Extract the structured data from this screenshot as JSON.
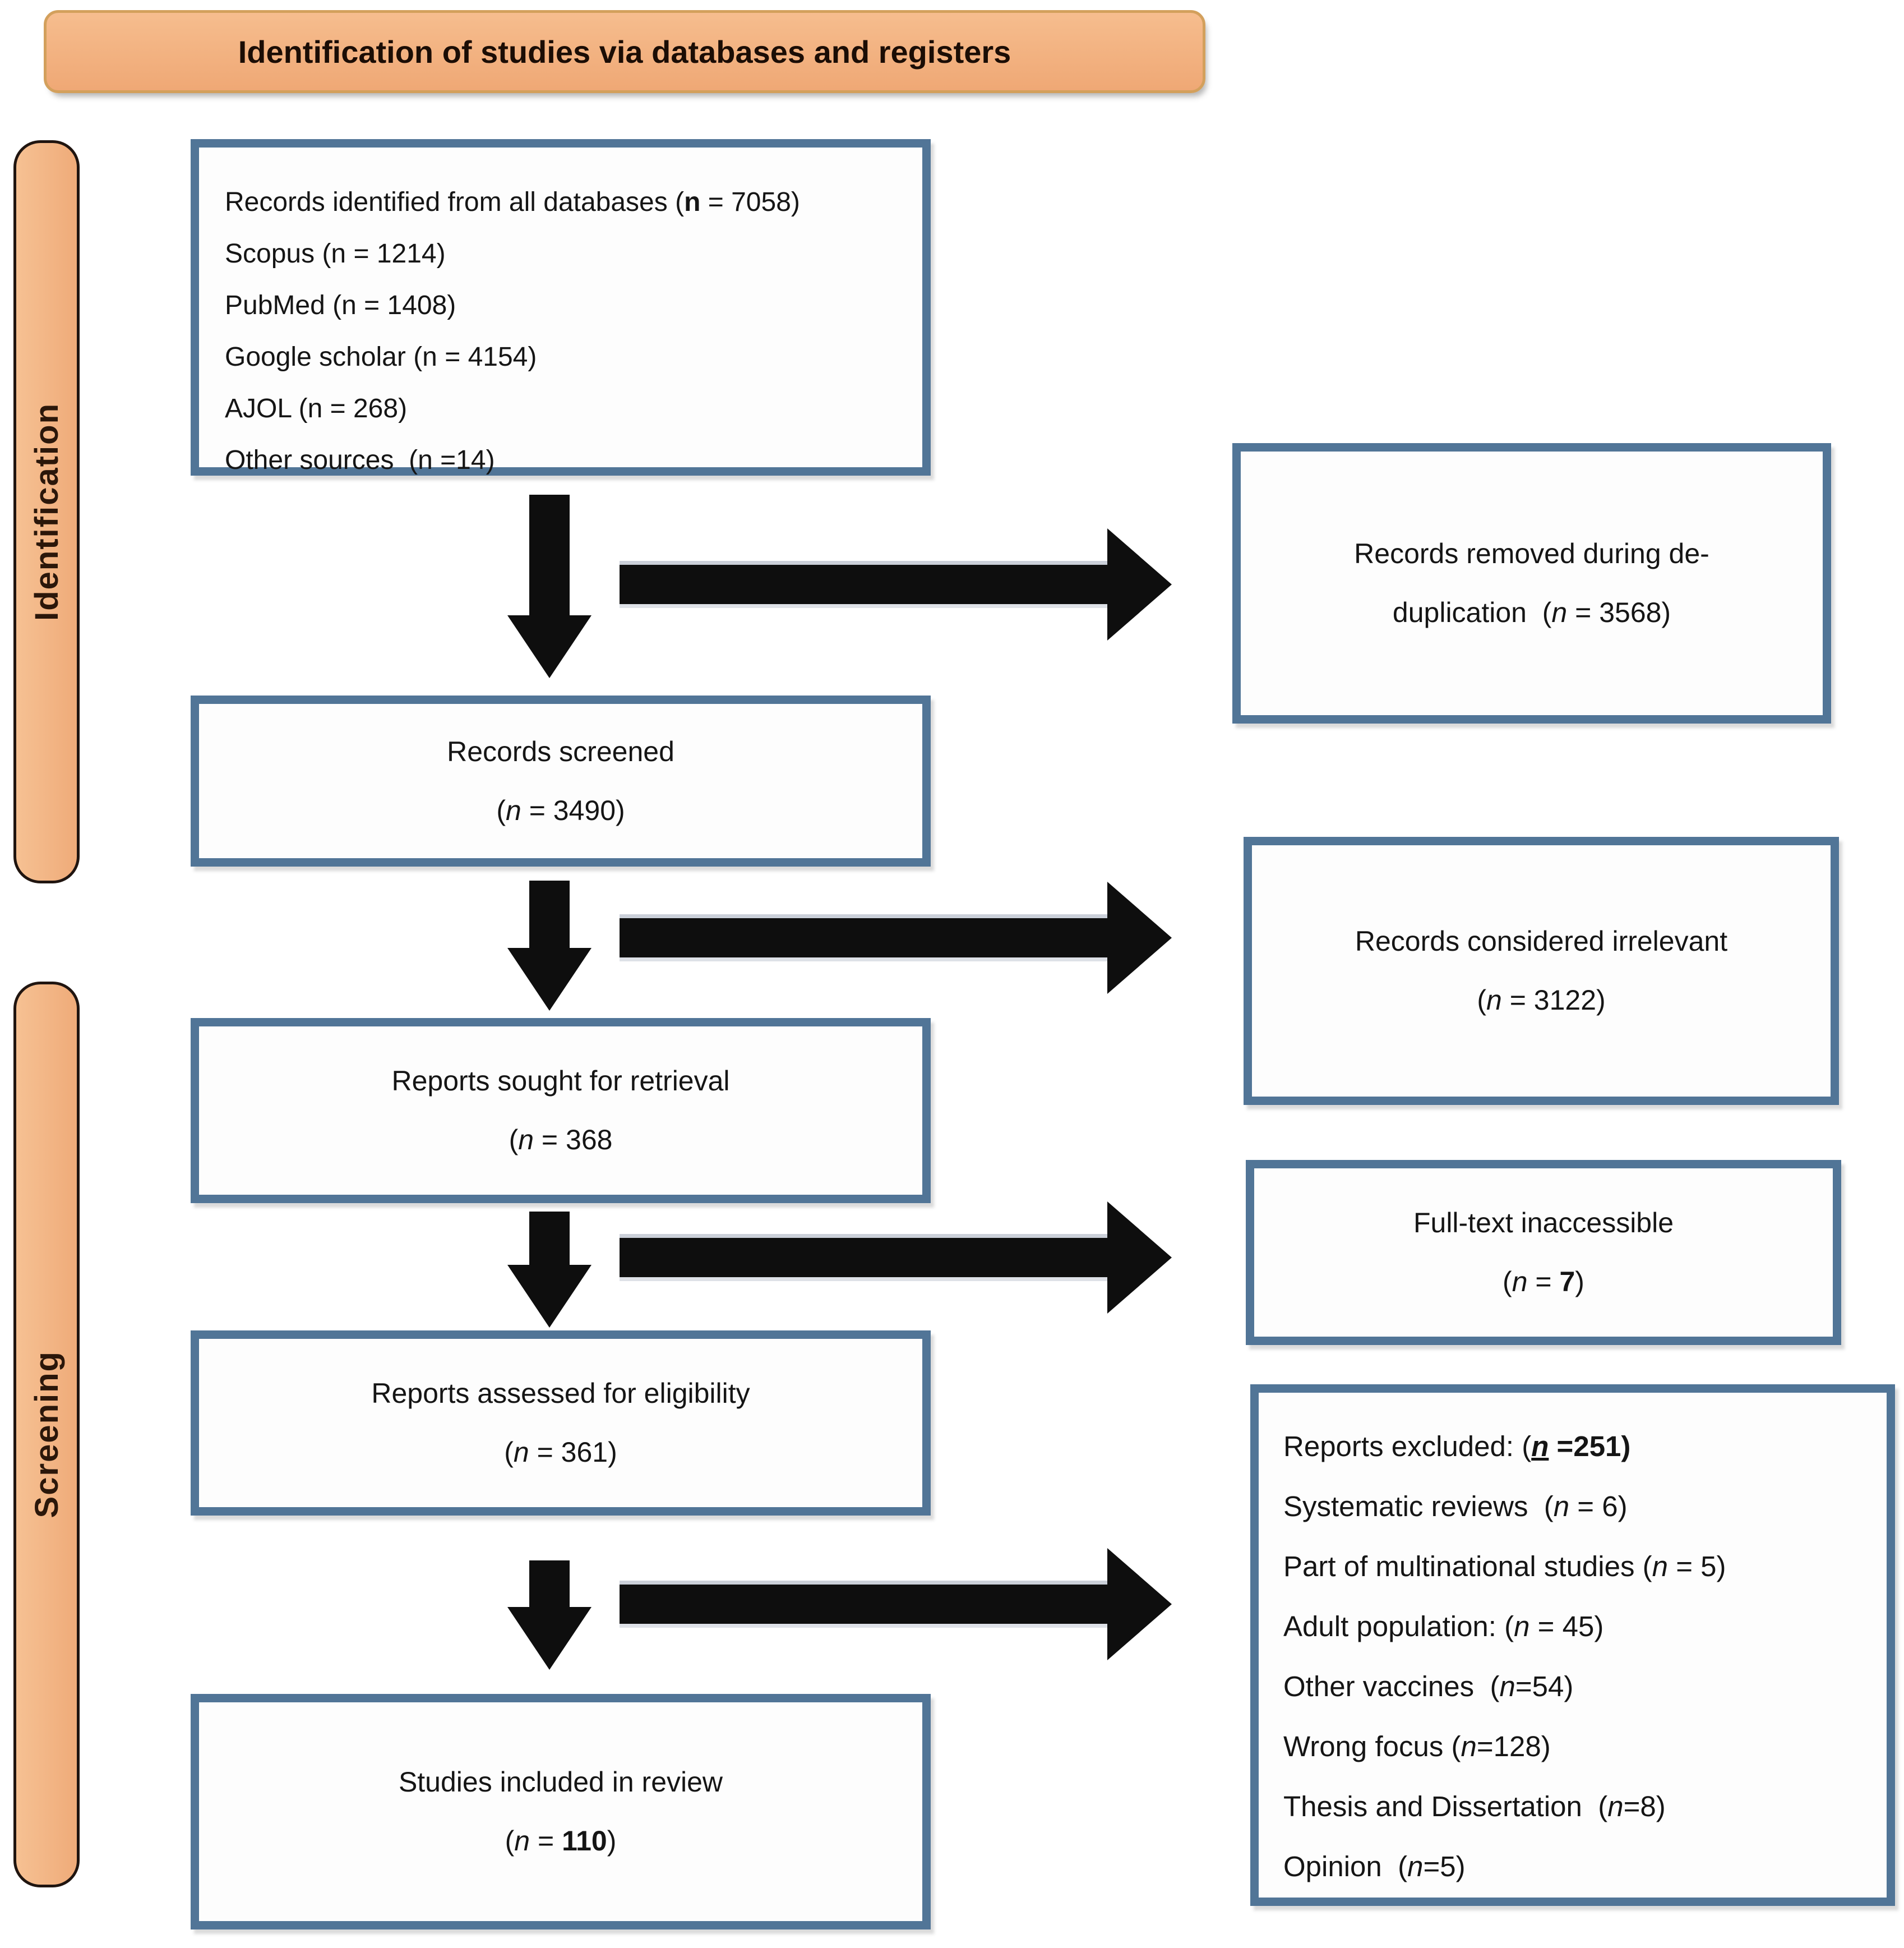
{
  "title": "Identification of studies via databases and registers",
  "stages": {
    "identification": "Identification",
    "screening": "Screening"
  },
  "colors": {
    "banner_fill": "#f2b07e",
    "banner_border": "#d3a05c",
    "tab_border": "#201510",
    "flow_box_border": "#517597",
    "arrow": "#0e0e0e",
    "text": "#151515"
  },
  "boxes": {
    "identified": {
      "lines": [
        [
          {
            "t": "Records identified from all databases (",
            "s": ""
          },
          {
            "t": "n",
            "s": "b"
          },
          {
            "t": " = 7058)",
            "s": ""
          }
        ],
        [
          {
            "t": "Scopus (n = 1214)",
            "s": ""
          }
        ],
        [
          {
            "t": "PubMed (n = 1408)",
            "s": ""
          }
        ],
        [
          {
            "t": "Google scholar (n = 4154)",
            "s": ""
          }
        ],
        [
          {
            "t": "AJOL (n = 268)",
            "s": ""
          }
        ],
        [
          {
            "t": "Other sources  (n =14)",
            "s": ""
          }
        ]
      ]
    },
    "removed": {
      "lines": [
        [
          {
            "t": "Records removed during de-",
            "s": ""
          }
        ],
        [
          {
            "t": "duplication  (",
            "s": ""
          },
          {
            "t": "n",
            "s": "i"
          },
          {
            "t": " = 3568)",
            "s": ""
          }
        ]
      ]
    },
    "screened": {
      "lines": [
        [
          {
            "t": "Records screened",
            "s": ""
          }
        ],
        [
          {
            "t": "(",
            "s": ""
          },
          {
            "t": "n",
            "s": "i"
          },
          {
            "t": " = 3490)",
            "s": ""
          }
        ]
      ]
    },
    "irrelevant": {
      "lines": [
        [
          {
            "t": "Records considered irrelevant",
            "s": ""
          }
        ],
        [
          {
            "t": "(",
            "s": ""
          },
          {
            "t": "n",
            "s": "i"
          },
          {
            "t": " = 3122)",
            "s": ""
          }
        ]
      ]
    },
    "sought": {
      "lines": [
        [
          {
            "t": "Reports sought for retrieval",
            "s": ""
          }
        ],
        [
          {
            "t": "(",
            "s": ""
          },
          {
            "t": "n",
            "s": "i"
          },
          {
            "t": " = 368",
            "s": ""
          }
        ]
      ]
    },
    "fulltext": {
      "lines": [
        [
          {
            "t": "Full-text inaccessible",
            "s": ""
          }
        ],
        [
          {
            "t": "(",
            "s": ""
          },
          {
            "t": "n",
            "s": "i"
          },
          {
            "t": " = ",
            "s": ""
          },
          {
            "t": "7",
            "s": "b"
          },
          {
            "t": ")",
            "s": ""
          }
        ]
      ]
    },
    "assessed": {
      "lines": [
        [
          {
            "t": "Reports assessed for eligibility",
            "s": ""
          }
        ],
        [
          {
            "t": "(",
            "s": ""
          },
          {
            "t": "n",
            "s": "i"
          },
          {
            "t": " = 361)",
            "s": ""
          }
        ]
      ]
    },
    "excluded": {
      "lines": [
        [
          {
            "t": "Reports excluded: (",
            "s": ""
          },
          {
            "t": "n",
            "s": "biu"
          },
          {
            "t": " =251)",
            "s": "b"
          }
        ],
        [
          {
            "t": "Systematic reviews  (",
            "s": ""
          },
          {
            "t": "n",
            "s": "i"
          },
          {
            "t": " = 6)",
            "s": ""
          }
        ],
        [
          {
            "t": "Part of multinational studies (",
            "s": ""
          },
          {
            "t": "n",
            "s": "i"
          },
          {
            "t": " = 5)",
            "s": ""
          }
        ],
        [
          {
            "t": "Adult population: (",
            "s": ""
          },
          {
            "t": "n",
            "s": "i"
          },
          {
            "t": " = 45)",
            "s": ""
          }
        ],
        [
          {
            "t": "Other vaccines  (",
            "s": ""
          },
          {
            "t": "n",
            "s": "i"
          },
          {
            "t": "=54)",
            "s": ""
          }
        ],
        [
          {
            "t": "Wrong focus (",
            "s": ""
          },
          {
            "t": "n",
            "s": "i"
          },
          {
            "t": "=128)",
            "s": ""
          }
        ],
        [
          {
            "t": "Thesis and Dissertation  (",
            "s": ""
          },
          {
            "t": "n",
            "s": "i"
          },
          {
            "t": "=8)",
            "s": ""
          }
        ],
        [
          {
            "t": "Opinion  (",
            "s": ""
          },
          {
            "t": "n",
            "s": "i"
          },
          {
            "t": "=5)",
            "s": ""
          }
        ]
      ]
    },
    "included": {
      "lines": [
        [
          {
            "t": "Studies included in review",
            "s": ""
          }
        ],
        [
          {
            "t": "(",
            "s": ""
          },
          {
            "t": "n",
            "s": "i"
          },
          {
            "t": " = ",
            "s": ""
          },
          {
            "t": "110",
            "s": "b"
          },
          {
            "t": ")",
            "s": ""
          }
        ]
      ]
    }
  }
}
